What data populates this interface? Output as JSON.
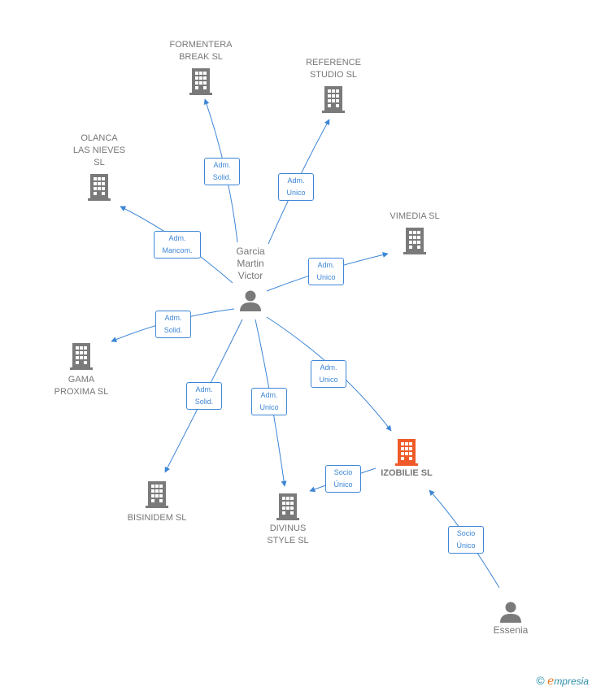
{
  "colors": {
    "edge": "#3d86d6",
    "building": "#7a7a7a",
    "building_highlight": "#f05a28",
    "person": "#7a7a7a",
    "label": "#777777"
  },
  "nodes": {
    "formentera": {
      "label": "FORMENTERA\nBREAK SL",
      "icon": "building-icon"
    },
    "reference": {
      "label": "REFERENCE\nSTUDIO SL",
      "icon": "building-icon"
    },
    "olanca": {
      "label": "OLANCA\nLAS NIEVES\nSL",
      "icon": "building-icon"
    },
    "vimedia": {
      "label": "VIMEDIA  SL",
      "icon": "building-icon"
    },
    "garcia": {
      "label": "Garcia\nMartin\nVictor",
      "icon": "person-icon"
    },
    "gama": {
      "label": "GAMA\nPROXIMA  SL",
      "icon": "building-icon"
    },
    "izobilie": {
      "label": "IZOBILIE  SL",
      "icon": "building-icon"
    },
    "bisinidem": {
      "label": "BISINIDEM SL",
      "icon": "building-icon"
    },
    "divinus": {
      "label": "DIVINUS\nSTYLE  SL",
      "icon": "building-icon"
    },
    "essenia": {
      "label": "Essenia",
      "icon": "person-icon"
    }
  },
  "edges": {
    "formentera": "Adm.\nSolid.",
    "reference": "Adm.\nUnico",
    "olanca": "Adm.\nMancom.",
    "vimedia": "Adm.\nUnico",
    "gama": "Adm.\nSolid.",
    "bisinidem": "Adm.\nSolid.",
    "divinus": "Adm.\nUnico",
    "izobilie": "Adm.\nUnico",
    "izobilie_divinus": "Socio\nÚnico",
    "essenia_izobilie": "Socio\nÚnico"
  },
  "brand": {
    "copyright": "©",
    "first_letter": "e",
    "rest": "mpresia"
  }
}
